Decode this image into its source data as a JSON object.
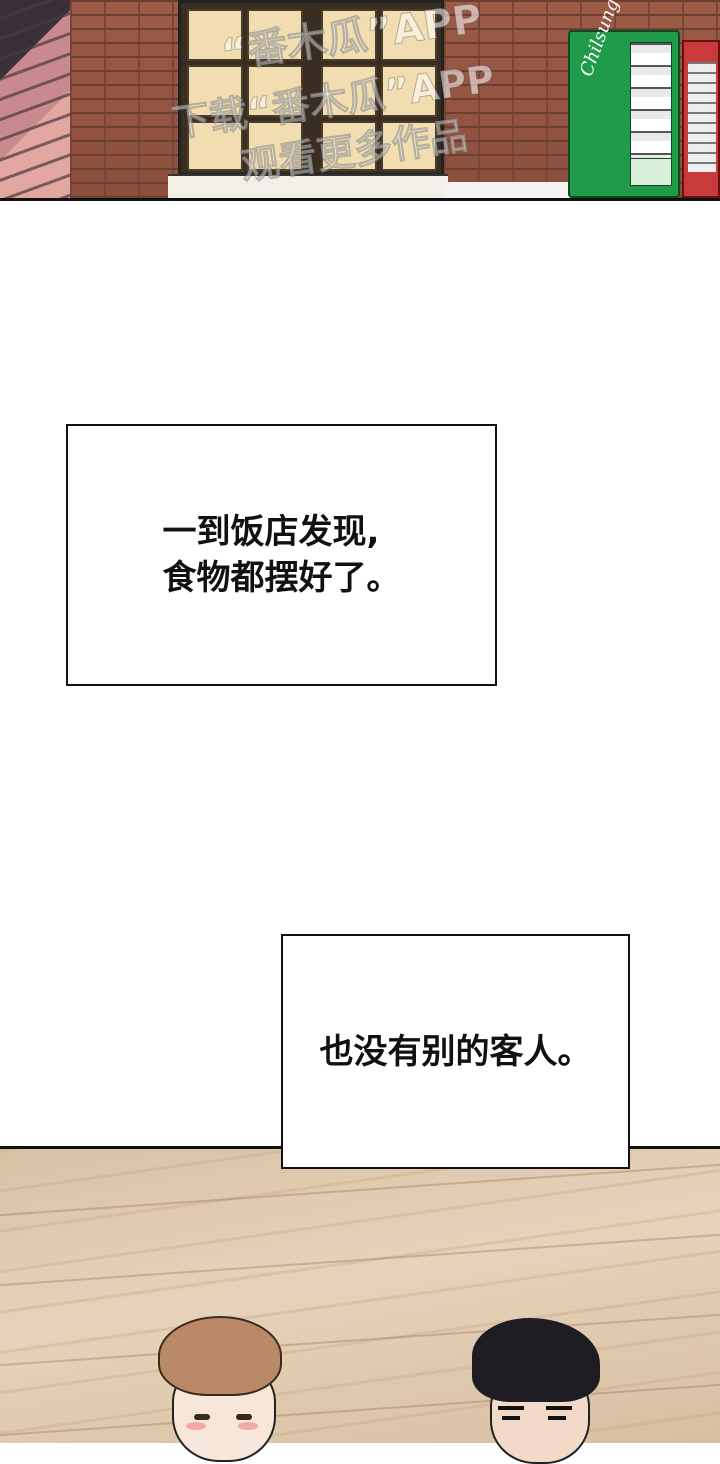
{
  "top_panel": {
    "watermark": {
      "line1": "“番木瓜”APP",
      "line2": "下载“番木瓜”APP",
      "line3": "观看更多作品"
    },
    "vending_logo": "Chilsung Cider"
  },
  "captions": [
    {
      "lines": [
        "一到饭店发现,",
        "食物都摆好了。"
      ]
    },
    {
      "lines": [
        "也没有别的客人。"
      ]
    }
  ],
  "colors": {
    "brick": "#9b5b47",
    "window_glow": "#f1ddb0",
    "vending_green": "#1f9b4a",
    "vending_red": "#c93a3a",
    "floor": "#e6d3ba",
    "caption_border": "#111111"
  }
}
